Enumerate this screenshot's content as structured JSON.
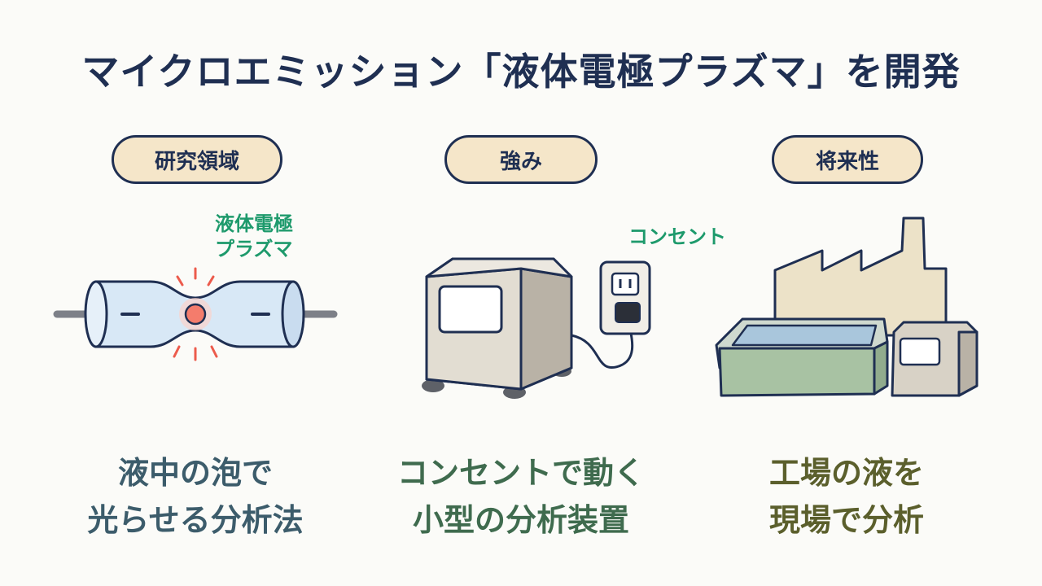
{
  "title": "マイクロエミッション「液体電極プラズマ」を開発",
  "columns": [
    {
      "pill": "研究領域",
      "callout": [
        "液体電極",
        "プラズマ"
      ],
      "caption": [
        "液中の泡で",
        "光らせる分析法"
      ],
      "caption_color": "#3c5c6b",
      "icon": "plasma-tube-icon"
    },
    {
      "pill": "強み",
      "callout": [
        "コンセント"
      ],
      "caption": [
        "コンセントで動く",
        "小型の分析装置"
      ],
      "caption_color": "#3f6b4e",
      "icon": "analyzer-device-icon"
    },
    {
      "pill": "将来性",
      "caption": [
        "工場の液を",
        "現場で分析"
      ],
      "caption_color": "#5b5f2c",
      "icon": "factory-tank-icon"
    }
  ],
  "colors": {
    "navy": "#1f2f52",
    "pill": "#f5e6c9",
    "green_label": "#1e9a6c"
  }
}
